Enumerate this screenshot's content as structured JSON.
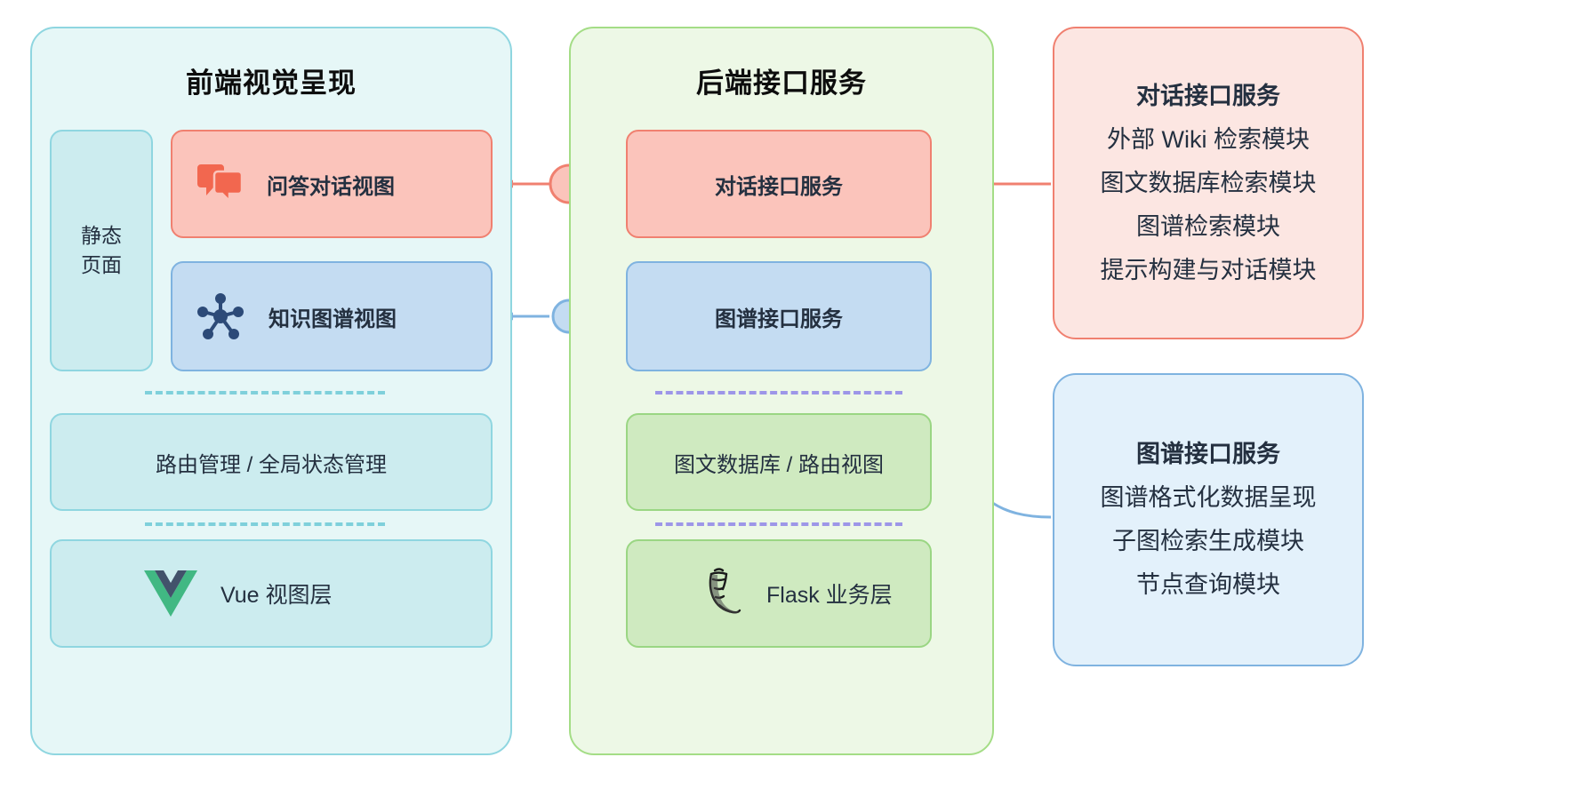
{
  "columns": {
    "frontend": {
      "title": "前端视觉呈现",
      "static_page": "静态\n页面",
      "static_page_line1": "静态",
      "static_page_line2": "页面",
      "qa_view": "问答对话视图",
      "kg_view": "知识图谱视图",
      "router_state": "路由管理 / 全局状态管理",
      "vue_layer": "Vue 视图层"
    },
    "backend": {
      "title": "后端接口服务",
      "chat_api": "对话接口服务",
      "graph_api": "图谱接口服务",
      "db_route": "图文数据库 / 路由视图",
      "flask_layer": "Flask 业务层"
    }
  },
  "panels": {
    "chat_service": {
      "heading": "对话接口服务",
      "items": [
        "外部 Wiki 检索模块",
        "图文数据库检索模块",
        "图谱检索模块",
        "提示构建与对话模块"
      ]
    },
    "graph_service": {
      "heading": "图谱接口服务",
      "items": [
        "图谱格式化数据呈现",
        "子图检索生成模块",
        "节点查询模块"
      ]
    }
  },
  "icons": {
    "qa": "chat-bubbles-icon",
    "kg": "knowledge-graph-icon",
    "vue": "vue-logo-icon",
    "flask": "flask-logo-icon"
  },
  "colors": {
    "frontend_border": "#8fd6e0",
    "frontend_fill": "#e6f7f7",
    "backend_border": "#a4dd86",
    "backend_fill": "#edf8e6",
    "red_border": "#f08070",
    "red_fill": "#fbc4bb",
    "blue_border": "#7fb3e0",
    "blue_fill": "#c4dcf2",
    "teal_fill": "#ccecef",
    "green_fill": "#cfeac0",
    "dash_teal": "#7fd0db",
    "dash_purple": "#9d96e8",
    "text": "#243040"
  },
  "connectors": {
    "chat_flow": "对话接口服务 → 问答对话视图",
    "graph_flow": "图谱接口服务 → 知识图谱视图",
    "chat_panel_flow": "对话接口服务面板 → 对话接口服务",
    "graph_panel_flow": "图谱接口服务面板 → 图谱接口服务"
  }
}
